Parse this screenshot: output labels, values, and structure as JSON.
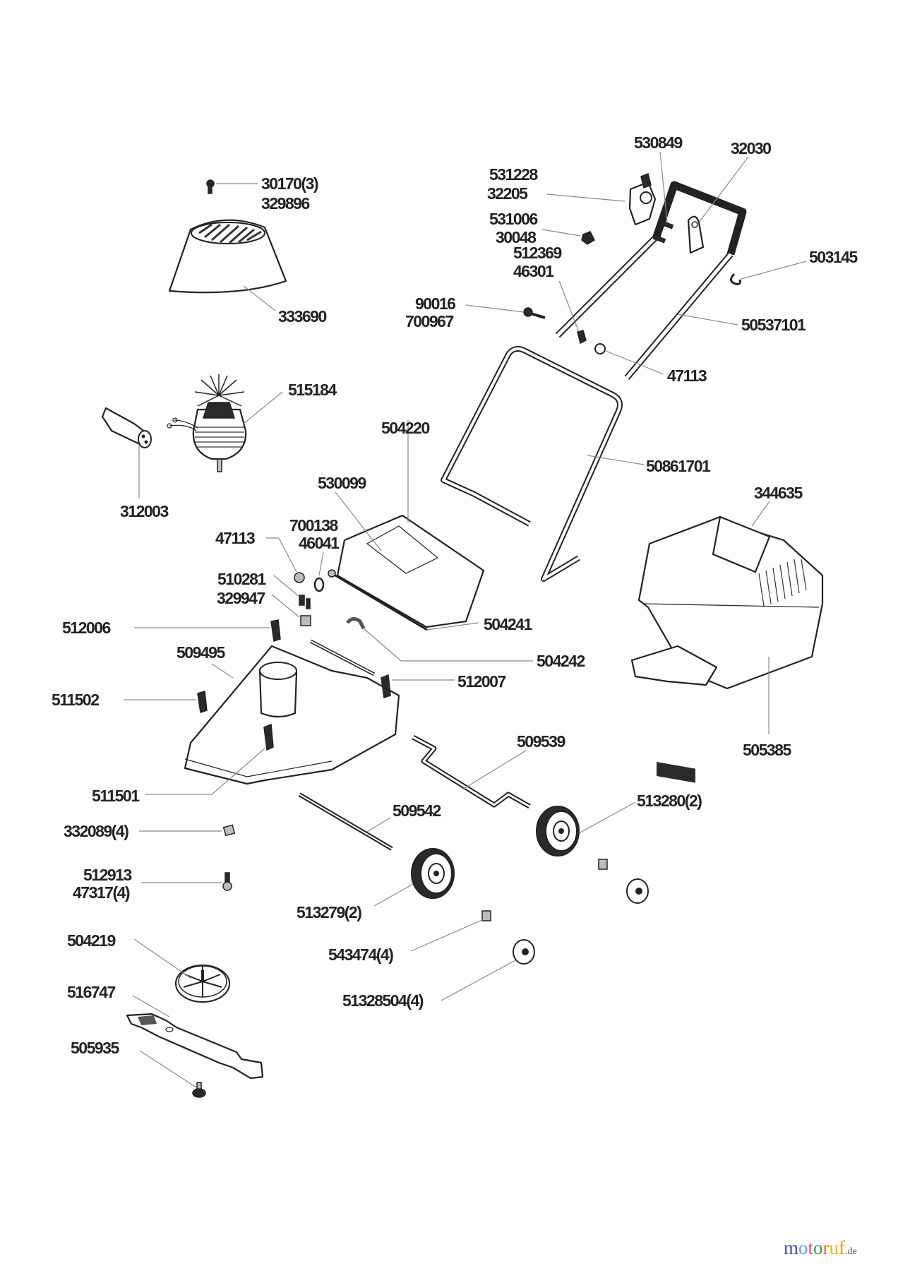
{
  "diagram": {
    "type": "exploded parts diagram",
    "subject": "electric lawn mower",
    "labels": {
      "screw_top_a": "30170(3)",
      "screw_top_b": "329896",
      "motor_cover": "333690",
      "motor": "515184",
      "capacitor": "312003",
      "lever_a": "531228",
      "lever_b": "32205",
      "nut_a": "531006",
      "nut_b": "30048",
      "knob_a": "530849",
      "cable_clip": "32030",
      "clip_ring": "503145",
      "clamp_a": "512369",
      "clamp_b": "46301",
      "bolt_a": "90016",
      "bolt_b": "700967",
      "upper_handle": "50537101",
      "nut_handle": "47113",
      "lower_handle": "50861701",
      "flap": "504220",
      "flap_label": "530099",
      "washer_a": "700138",
      "washer_b": "46041",
      "nut_deck": "47113",
      "screw_deck": "510281",
      "bracket_deck": "329947",
      "clip_left_top": "512006",
      "deck": "509495",
      "clip_right": "512007",
      "clip_left": "511502",
      "clip_front": "511501",
      "flap_rod": "504241",
      "spring": "504242",
      "grass_box_lid": "344635",
      "grass_box": "505385",
      "rear_axle": "509539",
      "front_axle": "509542",
      "rear_wheel": "513280(2)",
      "front_wheel": "513279(2)",
      "square_nut": "332089(4)",
      "screw_a": "512913",
      "screw_b": "47317(4)",
      "fan": "504219",
      "blade": "516747",
      "blade_bolt": "505935",
      "washer_wheel": "543474(4)",
      "hub_cap": "51328504(4)"
    }
  },
  "watermark": {
    "letters": [
      "m",
      "o",
      "t",
      "o",
      "r",
      "u",
      "f"
    ],
    "colors": [
      "#3b4fa8",
      "#5aa0d8",
      "#d04a8a",
      "#3aa048",
      "#e07830",
      "#e0b820",
      "#e0a020"
    ],
    "domain": ".de"
  }
}
